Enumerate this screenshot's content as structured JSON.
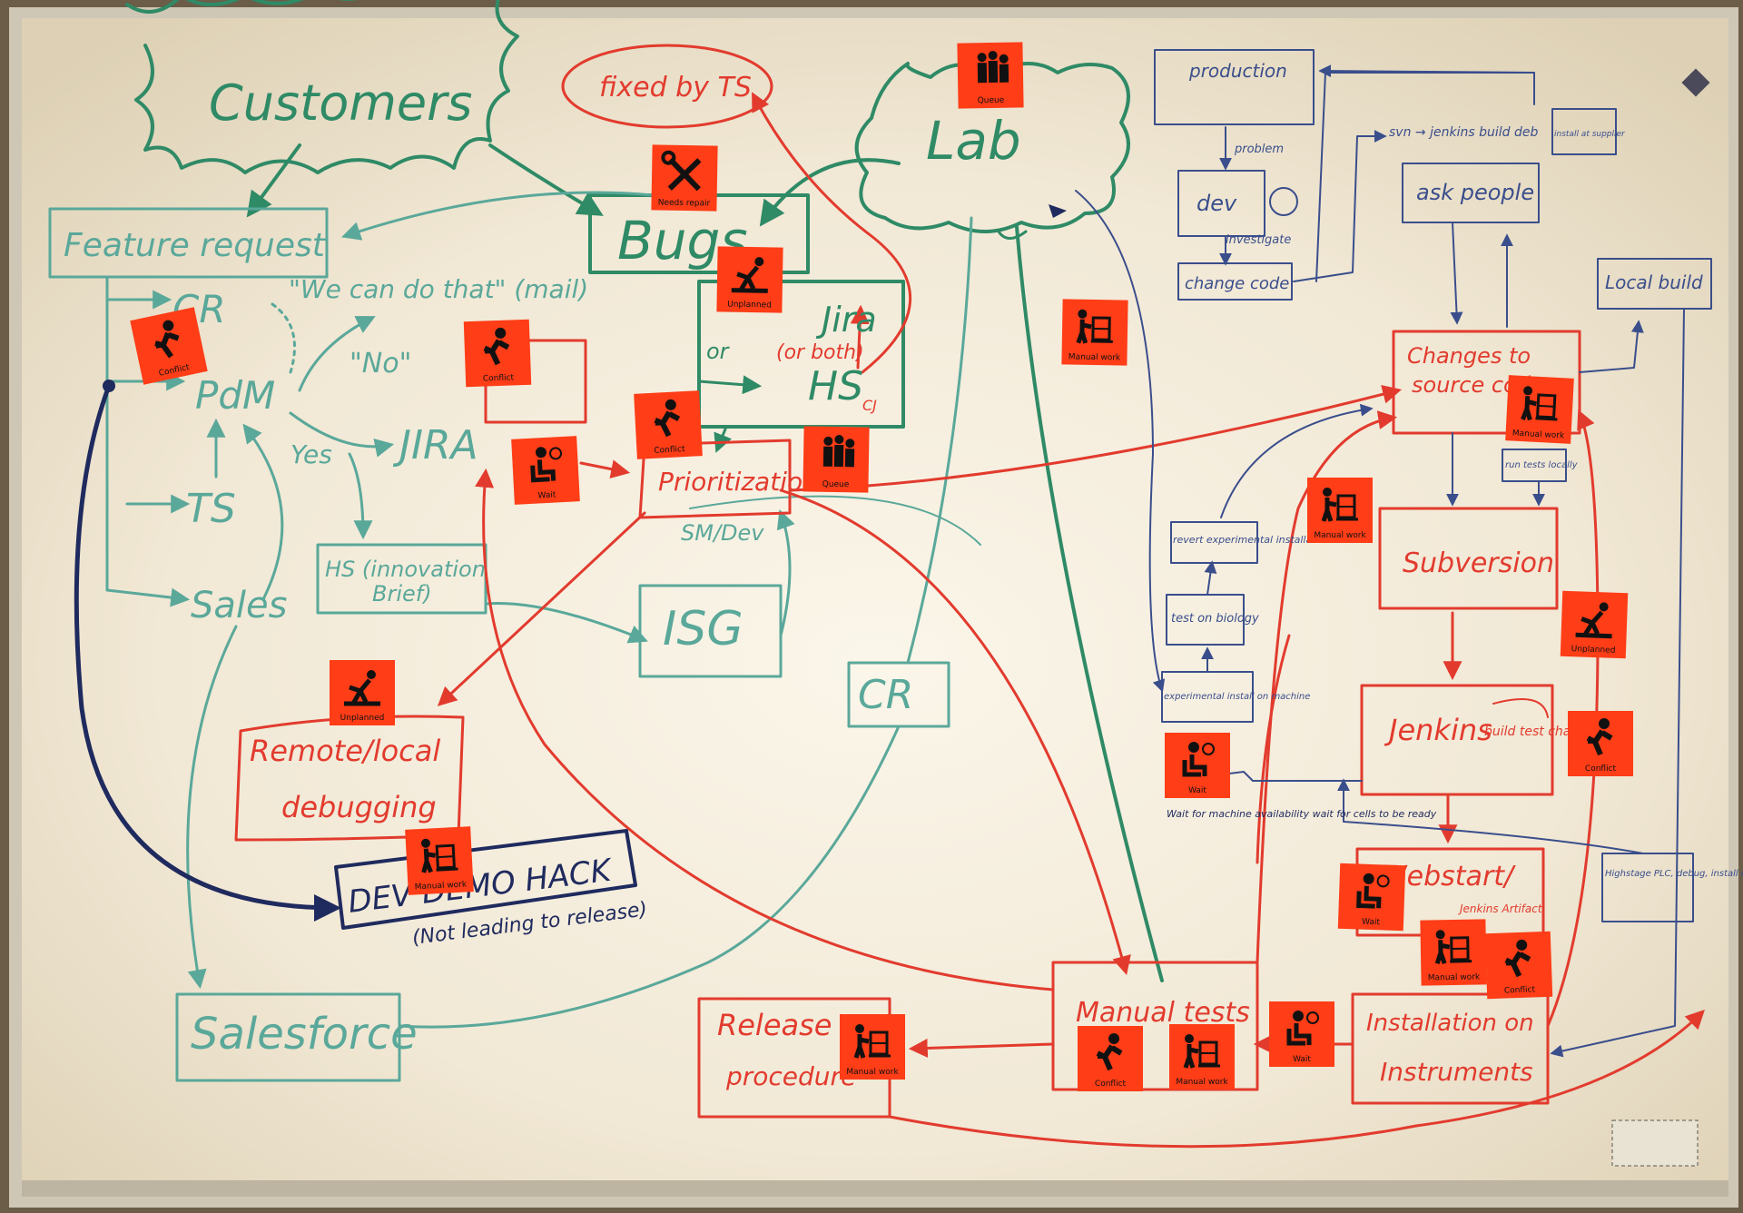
{
  "colors": {
    "green": "#2f8a66",
    "teal": "#5aa89a",
    "red": "#e23b2e",
    "blue": "#3a4e8c",
    "navy": "#1f2a5e",
    "darkblue": "#3b4a7a",
    "sticky": "#ff3d17",
    "board": "#efe6d2"
  },
  "labels": {
    "customers": "Customers",
    "fixed_by_ts": "fixed by TS",
    "lab": "Lab",
    "bugs": "Bugs",
    "jira": "Jira",
    "or_both": "(or both)",
    "or": "or",
    "hs": "HS",
    "cj": "CJ",
    "feature_request": "Feature request",
    "cr_top": "CR",
    "we_can_do_that": "\"We can do that\" (mail)",
    "pdm": "PdM",
    "no": "\"No\"",
    "yes": "Yes",
    "jira_caps": "JIRA",
    "ts": "TS",
    "sales": "Sales",
    "hs_innovation": "HS (innovation",
    "brief": "Brief)",
    "prioritization": "Prioritization",
    "sm_dev": "SM/Dev",
    "isg": "ISG",
    "cr_mid": "CR",
    "remote_local": "Remote/local",
    "debugging": "debugging",
    "dev_demo_hack": "DEV DEMO HACK",
    "not_leading": "(Not leading to release)",
    "salesforce": "Salesforce",
    "production": "production",
    "problem": "problem",
    "dev": "dev",
    "investigate": "investigate",
    "change_code": "change code",
    "svn_jenkins": "svn → jenkins build deb",
    "install_supplier": "install at supplier",
    "ask_people": "ask people",
    "local_build": "Local build",
    "changes_source": "Changes to",
    "source_code": "source code",
    "run_tests": "run tests locally",
    "revert_install": "revert experimental installation",
    "test_biology": "test on biology",
    "experimental_install": "experimental install on machine",
    "subversion": "Subversion",
    "jenkins": "Jenkins",
    "build_test": "build test changelog",
    "wait_machine": "Wait for machine availability wait for cells to be ready",
    "webstart": "Webstart/",
    "jenkins_artifact": "Jenkins Artifact",
    "highstage": "Highstage PLC, debug, install etc.",
    "manual_tests": "Manual tests",
    "release": "Release",
    "procedure": "procedure",
    "installation": "Installation on",
    "instruments": "Instruments"
  },
  "stickies": [
    {
      "label": "Queue",
      "icon": "queue-icon"
    },
    {
      "label": "Needs repair",
      "icon": "needs-repair-icon"
    },
    {
      "label": "Unplanned",
      "icon": "unplanned-icon"
    },
    {
      "label": "Conflict",
      "icon": "conflict-icon"
    },
    {
      "label": "Conflict",
      "icon": "conflict-icon"
    },
    {
      "label": "Wait",
      "icon": "wait-icon"
    },
    {
      "label": "Conflict",
      "icon": "conflict-icon"
    },
    {
      "label": "Queue",
      "icon": "queue-icon"
    },
    {
      "label": "Manual work",
      "icon": "manual-work-icon"
    },
    {
      "label": "Manual work",
      "icon": "manual-work-icon"
    },
    {
      "label": "Manual work",
      "icon": "manual-work-icon"
    },
    {
      "label": "Unplanned",
      "icon": "unplanned-icon"
    },
    {
      "label": "Manual work",
      "icon": "manual-work-icon"
    },
    {
      "label": "Wait",
      "icon": "wait-icon"
    },
    {
      "label": "Unplanned",
      "icon": "unplanned-icon"
    },
    {
      "label": "Conflict",
      "icon": "conflict-icon"
    },
    {
      "label": "Wait",
      "icon": "wait-icon"
    },
    {
      "label": "Manual work",
      "icon": "manual-work-icon"
    },
    {
      "label": "Conflict",
      "icon": "conflict-icon"
    },
    {
      "label": "Wait",
      "icon": "wait-icon"
    },
    {
      "label": "Conflict",
      "icon": "conflict-icon"
    },
    {
      "label": "Manual work",
      "icon": "manual-work-icon"
    },
    {
      "label": "Manual work",
      "icon": "manual-work-icon"
    }
  ]
}
